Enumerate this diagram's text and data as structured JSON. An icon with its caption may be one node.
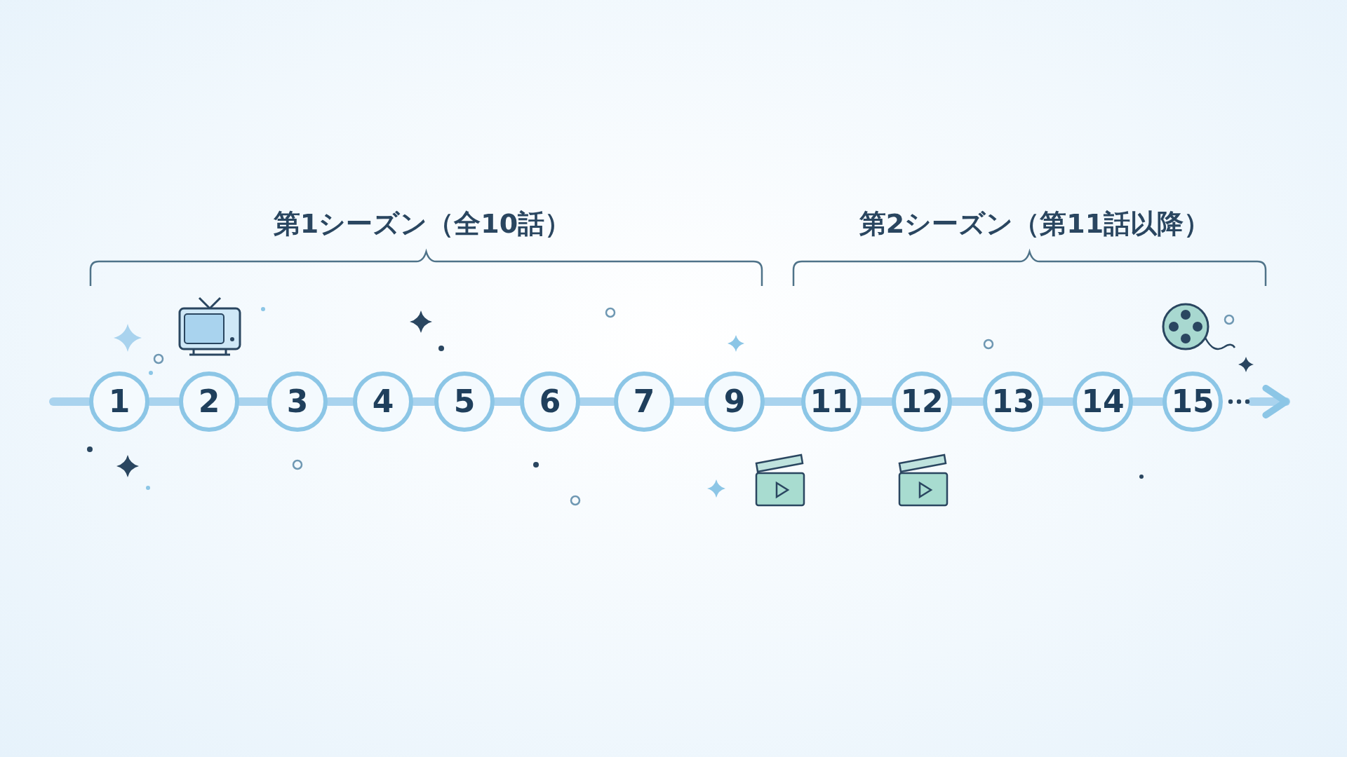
{
  "diagram": {
    "nodes": [
      {
        "text": [
          "1"
        ]
      },
      {
        "text": [
          "2"
        ]
      },
      {
        "text": [
          "3"
        ]
      },
      {
        "text": [
          "4"
        ]
      },
      {
        "text": [
          "5"
        ]
      },
      {
        "text": [
          "6"
        ]
      },
      {
        "text": [
          "7"
        ]
      },
      {
        "text": [
          "9"
        ]
      },
      {
        "text": [
          "11"
        ]
      },
      {
        "text": [
          "12"
        ]
      },
      {
        "text": [
          "13"
        ]
      },
      {
        "text": [
          "14"
        ]
      },
      {
        "text": [
          "15"
        ]
      }
    ],
    "edges": [
      {
        "from": null,
        "to": 0,
        "arrow": "none"
      },
      {
        "from": 0,
        "to": 1,
        "arrow": "none"
      },
      {
        "from": 1,
        "to": 2,
        "arrow": "none"
      },
      {
        "from": 2,
        "to": 3,
        "arrow": "none"
      },
      {
        "from": 3,
        "to": 4,
        "arrow": "none"
      },
      {
        "from": 4,
        "to": 5,
        "arrow": "none"
      },
      {
        "from": 5,
        "to": 6,
        "arrow": "none"
      },
      {
        "from": 6,
        "to": 7,
        "arrow": "none"
      },
      {
        "from": 7,
        "to": 8,
        "arrow": "none"
      },
      {
        "from": 8,
        "to": 9,
        "arrow": "none"
      },
      {
        "from": 9,
        "to": 10,
        "arrow": "none"
      },
      {
        "from": 10,
        "to": 11,
        "arrow": "none"
      },
      {
        "from": 11,
        "to": 12,
        "arrow": "none"
      },
      {
        "from": 12,
        "to": null,
        "arrow": "to"
      }
    ],
    "labels": [
      "第1シーズン（全10話）",
      "第2シーズン（第11話以降）"
    ]
  }
}
